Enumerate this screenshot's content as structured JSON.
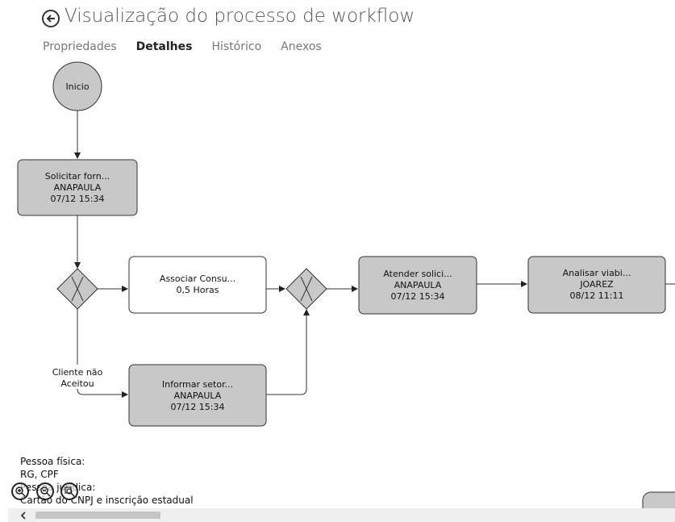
{
  "header": {
    "back_icon": "back-arrow-icon",
    "title": "Visualização do processo de workflow"
  },
  "tabs": [
    {
      "label": "Propriedades",
      "active": false
    },
    {
      "label": "Detalhes",
      "active": true
    },
    {
      "label": "Histórico",
      "active": false
    },
    {
      "label": "Anexos",
      "active": false
    }
  ],
  "workflow": {
    "start": {
      "label": "Inicio"
    },
    "task_solicitar": {
      "line1": "Solicitar forn...",
      "line2": "ANAPAULA",
      "line3": "07/12 15:34"
    },
    "task_associar": {
      "line1": "Associar Consu...",
      "line2": "0,5 Horas"
    },
    "task_informar": {
      "line1": "Informar setor...",
      "line2": "ANAPAULA",
      "line3": "07/12 15:34"
    },
    "task_atender": {
      "line1": "Atender solici...",
      "line2": "ANAPAULA",
      "line3": "07/12 15:34"
    },
    "task_analisar": {
      "line1": "Analisar viabi...",
      "line2": "JOAREZ",
      "line3": "08/12 11:11"
    },
    "edge_label": {
      "line1": "Cliente não",
      "line2": "Aceitou"
    },
    "colors": {
      "completed": "#c8c8c8",
      "pending": "#ffffff",
      "stroke": "#333333"
    }
  },
  "note": {
    "line1": "Pessoa física:",
    "line2": "RG, CPF",
    "line3": "Pessoa jurídica:",
    "line4": "Cartão do CNPJ e inscrição estadual"
  },
  "zoom_controls": [
    "zoom-in-icon",
    "zoom-out-icon",
    "zoom-fit-icon"
  ]
}
